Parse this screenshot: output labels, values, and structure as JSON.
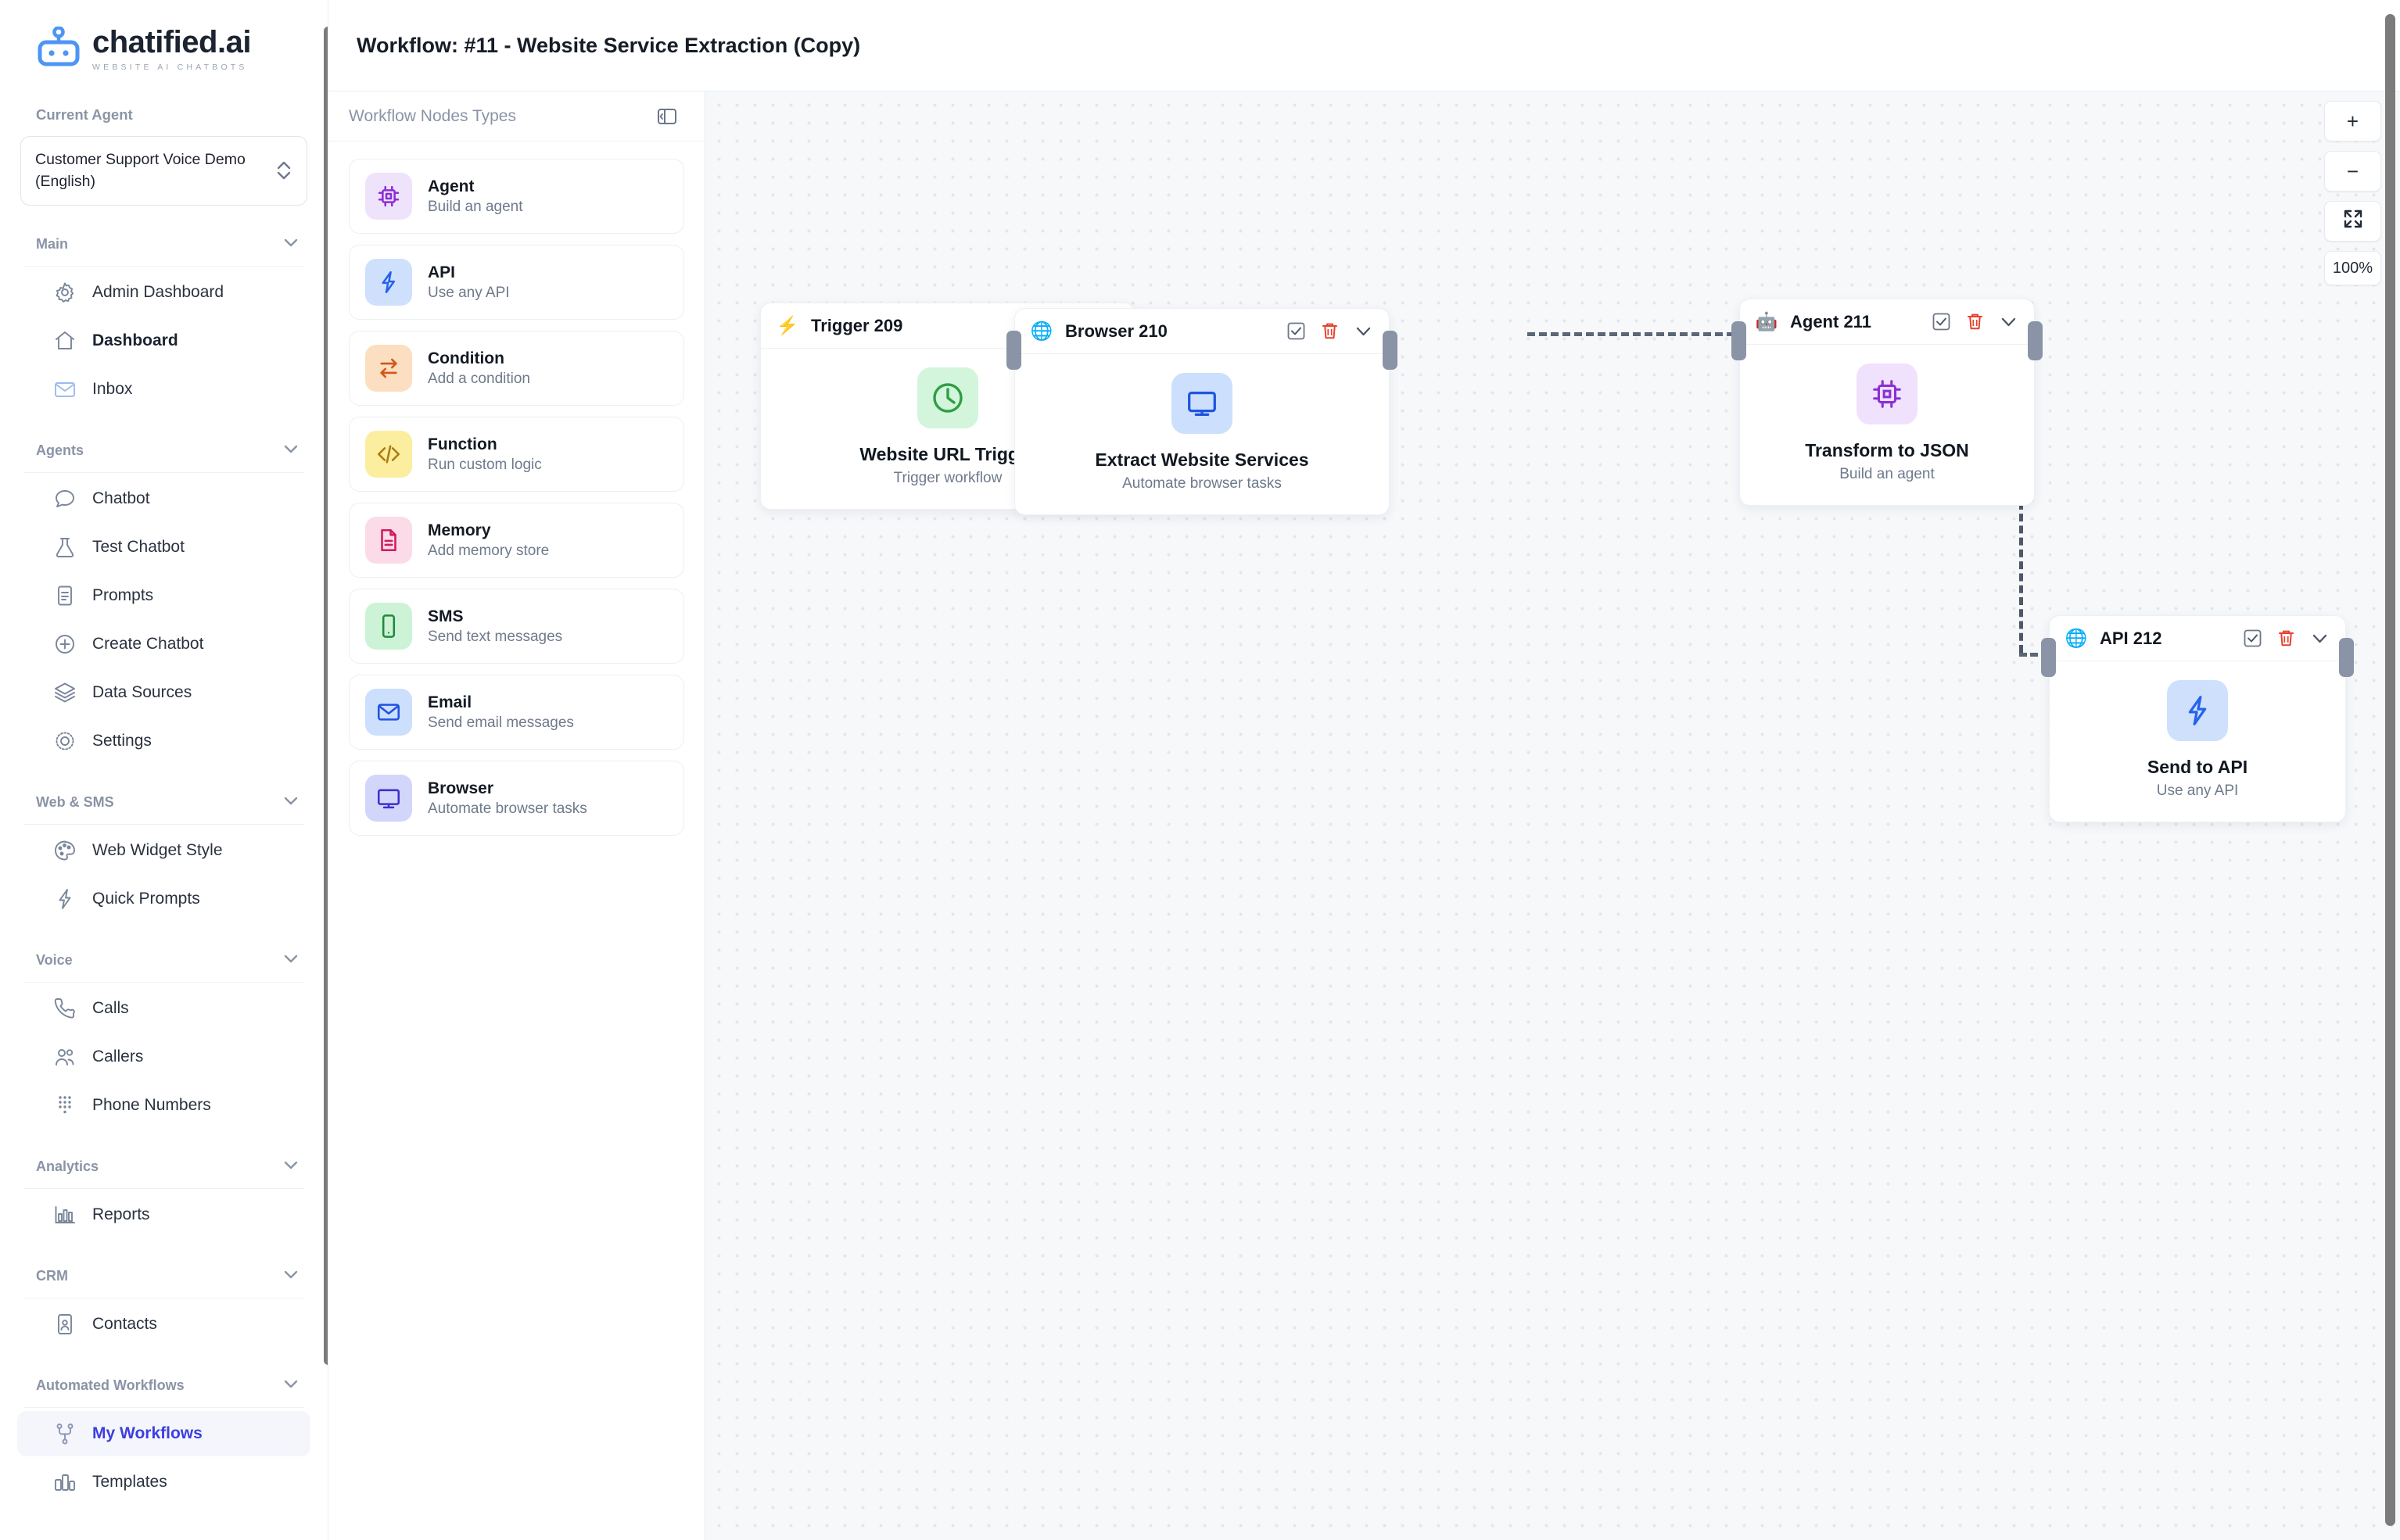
{
  "brand": {
    "name": "chatified.ai",
    "tagline": "WEBSITE AI CHATBOTS",
    "logo_icon": "robot-logo-icon",
    "logo_color": "#4d95f3"
  },
  "sidebar": {
    "current_agent_label": "Current Agent",
    "agent_select_value": "Customer Support Voice Demo (English)",
    "active_accent": "#3d3de0",
    "groups": [
      {
        "title": "Main",
        "items": [
          {
            "label": "Admin Dashboard",
            "icon": "gear-icon",
            "active": false,
            "bold": false
          },
          {
            "label": "Dashboard",
            "icon": "home-icon",
            "active": false,
            "bold": true
          },
          {
            "label": "Inbox",
            "icon": "inbox-envelope-icon",
            "active": false,
            "bold": false
          }
        ]
      },
      {
        "title": "Agents",
        "items": [
          {
            "label": "Chatbot",
            "icon": "chat-bubble-icon",
            "active": false,
            "bold": false
          },
          {
            "label": "Test Chatbot",
            "icon": "flask-icon",
            "active": false,
            "bold": false
          },
          {
            "label": "Prompts",
            "icon": "document-lines-icon",
            "active": false,
            "bold": false
          },
          {
            "label": "Create Chatbot",
            "icon": "plus-circle-icon",
            "active": false,
            "bold": false
          },
          {
            "label": "Data Sources",
            "icon": "layers-icon",
            "active": false,
            "bold": false
          },
          {
            "label": "Settings",
            "icon": "cog-icon",
            "active": false,
            "bold": false
          }
        ]
      },
      {
        "title": "Web & SMS",
        "items": [
          {
            "label": "Web Widget Style",
            "icon": "palette-icon",
            "active": false,
            "bold": false
          },
          {
            "label": "Quick Prompts",
            "icon": "lightning-icon",
            "active": false,
            "bold": false
          }
        ]
      },
      {
        "title": "Voice",
        "items": [
          {
            "label": "Calls",
            "icon": "phone-icon",
            "active": false,
            "bold": false
          },
          {
            "label": "Callers",
            "icon": "users-icon",
            "active": false,
            "bold": false
          },
          {
            "label": "Phone Numbers",
            "icon": "dialpad-icon",
            "active": false,
            "bold": false
          }
        ]
      },
      {
        "title": "Analytics",
        "items": [
          {
            "label": "Reports",
            "icon": "bar-chart-icon",
            "active": false,
            "bold": false
          }
        ]
      },
      {
        "title": "CRM",
        "items": [
          {
            "label": "Contacts",
            "icon": "contact-card-icon",
            "active": false,
            "bold": false
          }
        ]
      },
      {
        "title": "Automated Workflows",
        "items": [
          {
            "label": "My Workflows",
            "icon": "workflow-branch-icon",
            "active": true,
            "bold": true
          },
          {
            "label": "Templates",
            "icon": "templates-icon",
            "active": false,
            "bold": false
          }
        ]
      }
    ]
  },
  "header": {
    "title": "Workflow: #11 - Website Service Extraction (Copy)"
  },
  "palette": {
    "title": "Workflow Nodes Types",
    "toggle_icon": "panel-collapse-icon",
    "nodes": [
      {
        "title": "Agent",
        "subtitle": "Build an agent",
        "icon": "cpu-chip-icon",
        "icon_color": "#8b2fd6",
        "icon_bg": "#efe2fb"
      },
      {
        "title": "API",
        "subtitle": "Use any API",
        "icon": "lightning-icon",
        "icon_color": "#2563eb",
        "icon_bg": "#cfe0fd"
      },
      {
        "title": "Condition",
        "subtitle": "Add a condition",
        "icon": "swap-arrows-icon",
        "icon_color": "#d2561a",
        "icon_bg": "#fbdfc0"
      },
      {
        "title": "Function",
        "subtitle": "Run custom logic",
        "icon": "code-brackets-icon",
        "icon_color": "#b07a0d",
        "icon_bg": "#fbee9f"
      },
      {
        "title": "Memory",
        "subtitle": "Add memory store",
        "icon": "file-lines-icon",
        "icon_color": "#d01b5d",
        "icon_bg": "#fbdbe8"
      },
      {
        "title": "SMS",
        "subtitle": "Send text messages",
        "icon": "phone-mobile-icon",
        "icon_color": "#1f8a3c",
        "icon_bg": "#cdf3d6"
      },
      {
        "title": "Email",
        "subtitle": "Send email messages",
        "icon": "envelope-icon",
        "icon_color": "#1f53e0",
        "icon_bg": "#ccdffc"
      },
      {
        "title": "Browser",
        "subtitle": "Automate browser tasks",
        "icon": "monitor-icon",
        "icon_color": "#3b31cf",
        "icon_bg": "#d3d6fb"
      }
    ]
  },
  "canvas": {
    "zoom_level": "100%",
    "zoom_in_label": "+",
    "zoom_out_label": "−",
    "fit_view_icon": "expand-arrows-icon",
    "nodes": [
      {
        "id": "trigger-209",
        "header_title": "Trigger 209",
        "header_icon": "lightning-bolt-emoji",
        "header_icon_glyph": "⚡",
        "body_title": "Website URL Trigger",
        "body_subtitle": "Trigger workflow",
        "body_icon": "clock-icon",
        "icon_color": "#2f9e44",
        "icon_bg": "#d3f5dc"
      },
      {
        "id": "browser-210",
        "header_title": "Browser 210",
        "header_icon": "globe-emoji",
        "header_icon_glyph": "🌐",
        "body_title": "Extract Website Services",
        "body_subtitle": "Automate browser tasks",
        "body_icon": "monitor-icon",
        "icon_color": "#1f53e0",
        "icon_bg": "#ccdffc"
      },
      {
        "id": "agent-211",
        "header_title": "Agent 211",
        "header_icon": "robot-emoji",
        "header_icon_glyph": "🤖",
        "body_title": "Transform to JSON",
        "body_subtitle": "Build an agent",
        "body_icon": "cpu-chip-icon",
        "icon_color": "#8b2fd6",
        "icon_bg": "#f0e1fc"
      },
      {
        "id": "api-212",
        "header_title": "API 212",
        "header_icon": "globe-emoji",
        "header_icon_glyph": "🌐",
        "body_title": "Send to API",
        "body_subtitle": "Use any API",
        "body_icon": "lightning-icon",
        "icon_color": "#2563eb",
        "icon_bg": "#cfe0fd"
      }
    ],
    "node_actions": {
      "select_icon": "checkbox-checked-icon",
      "delete_icon": "trash-icon",
      "collapse_icon": "chevron-down-icon",
      "delete_color": "#e8402a"
    }
  }
}
